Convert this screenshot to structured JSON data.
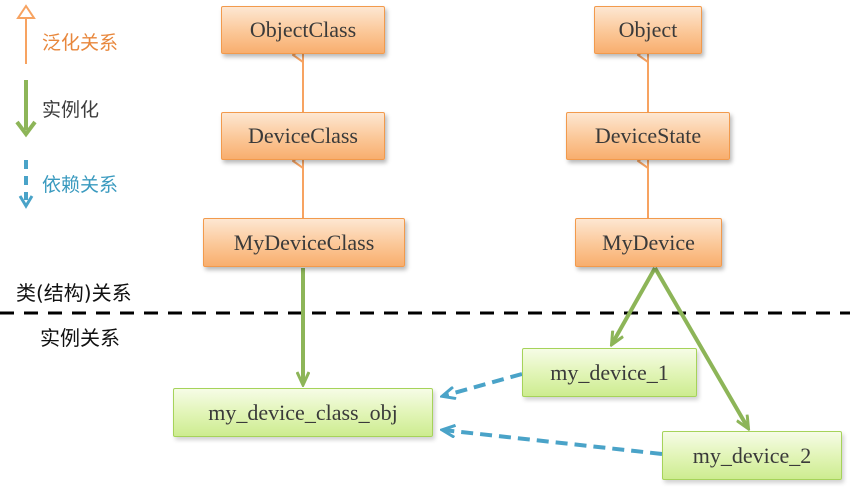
{
  "colors": {
    "generalization": "#f7a361",
    "instantiation": "#8db558",
    "dependency": "#4aa3c8",
    "divider": "#000000",
    "generalization_text": "#e8873c",
    "instantiation_text": "#3d3d3d",
    "dependency_text": "#3a9abf"
  },
  "legend": {
    "generalization": "泛化关系",
    "instantiation": "实例化",
    "dependency": "依赖关系"
  },
  "sections": {
    "class_relations": "类(结构)关系",
    "instance_relations": "实例关系"
  },
  "nodes": {
    "object_class": "ObjectClass",
    "device_class": "DeviceClass",
    "my_device_class": "MyDeviceClass",
    "object": "Object",
    "device_state": "DeviceState",
    "my_device": "MyDevice",
    "my_device_1": "my_device_1",
    "my_device_class_obj": "my_device_class_obj",
    "my_device_2": "my_device_2"
  }
}
